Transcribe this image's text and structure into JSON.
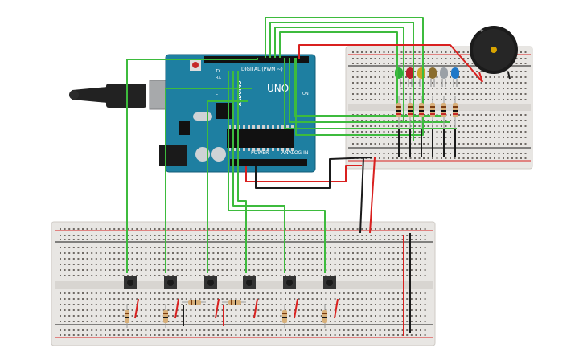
{
  "arduino": {
    "logo_text": "UNO",
    "brand_text": "ARDUINO",
    "digital_label": "DIGITAL (PWM ~)",
    "power_label": "POWER",
    "analog_label": "ANALOG IN",
    "tx_label": "TX",
    "rx_label": "RX",
    "l_label": "L",
    "on_label": "ON"
  },
  "components": {
    "led_colors": [
      "#2fae3a",
      "#b8202a",
      "#c9a227",
      "#8a6d2e",
      "#9aa0a6",
      "#1f78c8"
    ],
    "button_count": 6,
    "buzzer_label": "+"
  },
  "wire_colors": {
    "signal": "#3dbb3d",
    "power": "#d9201f",
    "ground": "#1a1a1a"
  }
}
